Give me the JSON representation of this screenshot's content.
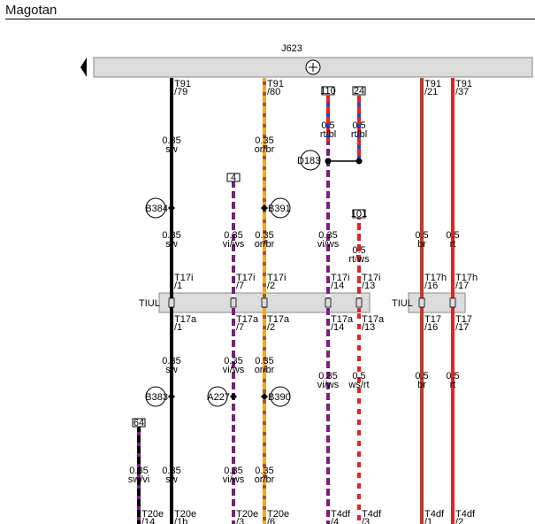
{
  "page": {
    "title": "Magotan"
  },
  "colors": {
    "black": "#000000",
    "violet": "#7a1f7a",
    "orange": "#f5a623",
    "brown": "#9c5a2e",
    "white": "#ffffff",
    "red": "#e02424",
    "darkred": "#c0392b",
    "blue": "#1f3fe0",
    "gray": "#dcdcdc"
  },
  "ecu": {
    "label": "J623"
  },
  "junction": {
    "label": "D183"
  },
  "connector_strip": {
    "label_left": "TIUL",
    "label_right": "TIUL"
  },
  "wires": [
    {
      "id": "w1",
      "top_pin": [
        "T91",
        "/79"
      ],
      "seg1": [
        "0.35",
        "sw"
      ],
      "node": "B384",
      "seg2": [
        "0.35",
        "sw"
      ],
      "pin_in": [
        "T17i",
        "/1"
      ],
      "pin_out": [
        "T17a",
        "/1"
      ],
      "seg3": [
        "0.35",
        "sw"
      ],
      "node2": "B383",
      "seg4": [
        "0.35",
        "sw"
      ],
      "bottom_pin": [
        "T20e",
        "/1b"
      ]
    },
    {
      "id": "w2",
      "top_ref": "4",
      "seg2": [
        "0.35",
        "vi/ws"
      ],
      "pin_in": [
        "T17i",
        "/7"
      ],
      "pin_out": [
        "T17a",
        "/7"
      ],
      "seg3": [
        "0.35",
        "vi/ws"
      ],
      "node2": "A227",
      "seg4": [
        "0.35",
        "vi/ws"
      ],
      "bottom_pin": [
        "T20e",
        "/3"
      ]
    },
    {
      "id": "w3",
      "top_pin": [
        "T91",
        "/80"
      ],
      "seg1": [
        "0.35",
        "or/br"
      ],
      "node": "B391",
      "seg2": [
        "0.35",
        "or/br"
      ],
      "pin_in": [
        "T17i",
        "/2"
      ],
      "pin_out": [
        "T17a",
        "/2"
      ],
      "seg3": [
        "0.35",
        "or/br"
      ],
      "node2": "B390",
      "seg4": [
        "0.35",
        "or/br"
      ],
      "bottom_pin": [
        "T20e",
        "/6"
      ]
    },
    {
      "id": "w4",
      "top_ref": "110",
      "seg1": [
        "0.5",
        "rt/bl"
      ],
      "seg2": [
        "0.35",
        "vi/ws"
      ],
      "pin_in": [
        "T17i",
        "/14"
      ],
      "pin_out": [
        "T17a",
        "/14"
      ],
      "seg3": [
        "0.35",
        "vi/ws"
      ],
      "bottom_pin": [
        "T4df",
        "/4"
      ]
    },
    {
      "id": "w5",
      "top_ref": "24",
      "seg1": [
        "0.5",
        "rt/bl"
      ],
      "ref2": "101",
      "seg2": [
        "0.5",
        "rt/ws"
      ],
      "pin_in": [
        "T17i",
        "/13"
      ],
      "pin_out": [
        "T17a",
        "/13"
      ],
      "seg3": [
        "0.5",
        "ws/rt"
      ],
      "bottom_pin": [
        "T4df",
        "/3"
      ]
    },
    {
      "id": "w6",
      "top_pin": [
        "T91",
        "/21"
      ],
      "seg2": [
        "0.5",
        "br"
      ],
      "pin_in": [
        "T17h",
        "/16"
      ],
      "pin_out": [
        "T17",
        "/16"
      ],
      "seg3": [
        "0.5",
        "br"
      ],
      "bottom_pin": [
        "T4df",
        "/1"
      ]
    },
    {
      "id": "w7",
      "top_pin": [
        "T91",
        "/37"
      ],
      "seg2": [
        "0.5",
        "rt"
      ],
      "pin_in": [
        "T17h",
        "/17"
      ],
      "pin_out": [
        "T17",
        "/17"
      ],
      "seg3": [
        "0.5",
        "rt"
      ],
      "bottom_pin": [
        "T4df",
        "/2"
      ]
    },
    {
      "id": "w8",
      "top_ref": "64",
      "seg4": [
        "0.35",
        "sw/vi"
      ],
      "bottom_pin": [
        "T20e",
        "/14"
      ]
    }
  ]
}
